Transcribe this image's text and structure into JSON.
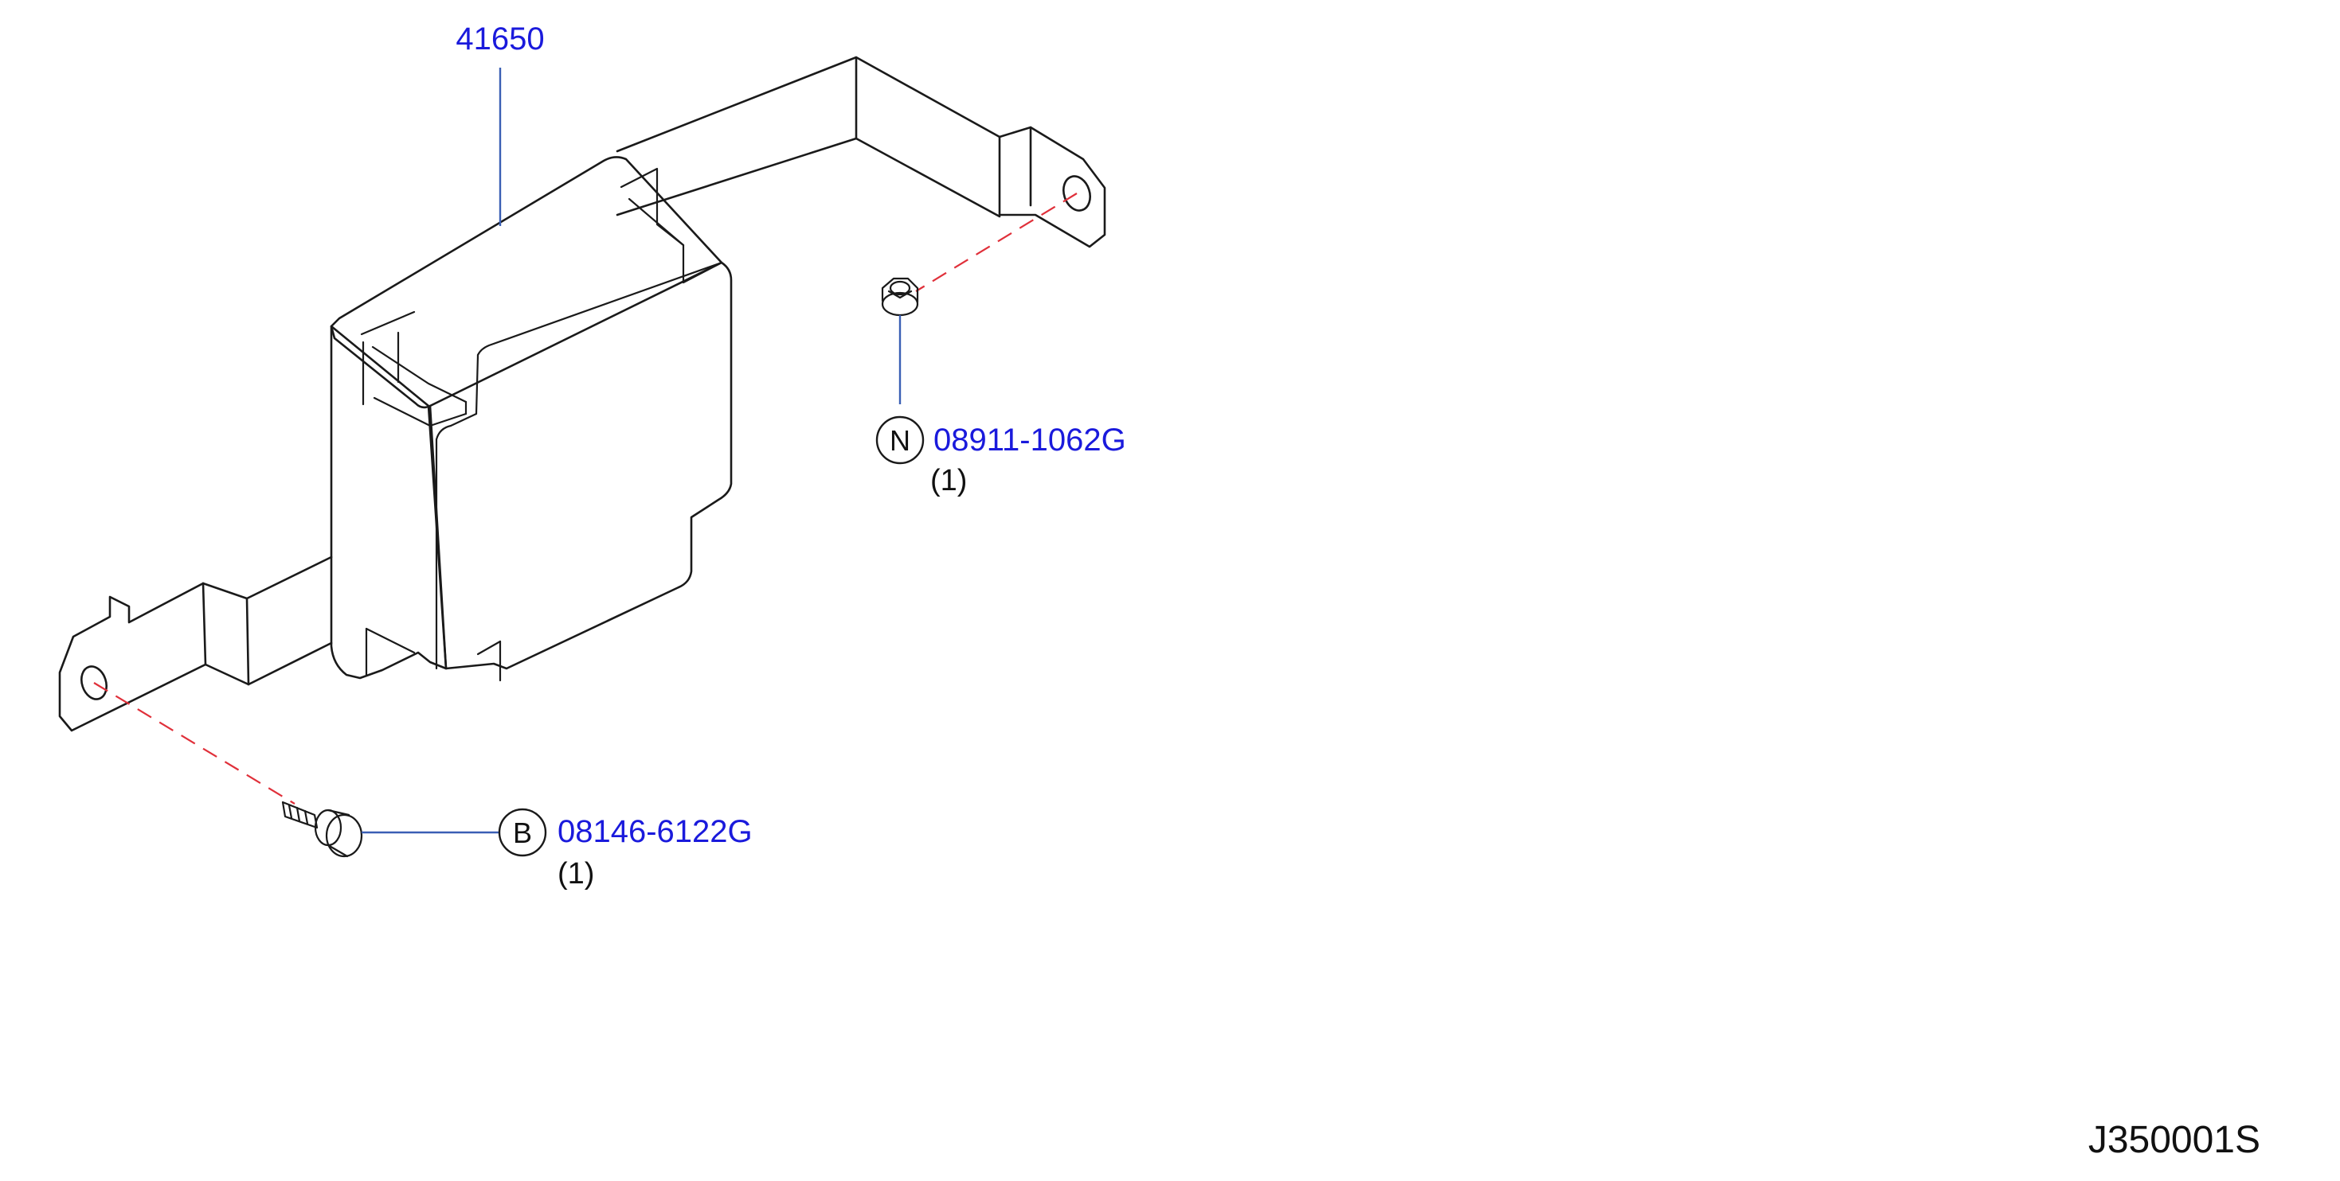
{
  "callouts": {
    "unit": {
      "part_number": "41650"
    },
    "nut": {
      "symbol": "N",
      "part_number": "08911-1062G",
      "quantity": "(1)"
    },
    "bolt": {
      "symbol": "B",
      "part_number": "08146-6122G",
      "quantity": "(1)"
    }
  },
  "diagram_code": "J350001S",
  "colors": {
    "part_number_text": "#1a1adc",
    "leader_line": "#3a5fb4",
    "center_line": "#e0303a",
    "line_art": "#1a1a1a"
  }
}
